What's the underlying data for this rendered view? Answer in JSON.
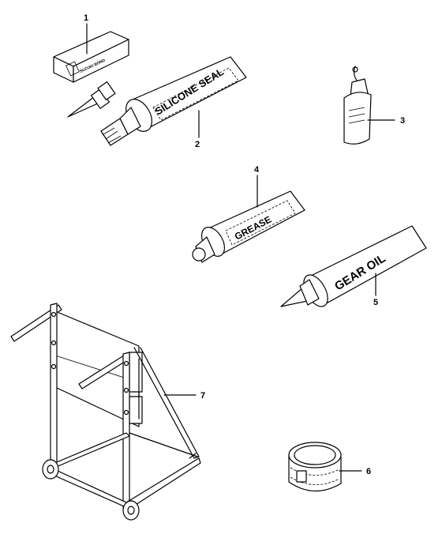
{
  "callouts": {
    "item1": "1",
    "item2": "2",
    "item3": "3",
    "item4": "4",
    "item5": "5",
    "item6": "6",
    "item7": "7"
  },
  "labels": {
    "silicone_tube": "SILICONE SEAL",
    "grease_tube": "GREASE",
    "gear_oil_tube": "GEAR OIL",
    "bond_box": "SUZUKI BOND"
  },
  "colors": {
    "line": "#000000",
    "background": "#ffffff"
  }
}
